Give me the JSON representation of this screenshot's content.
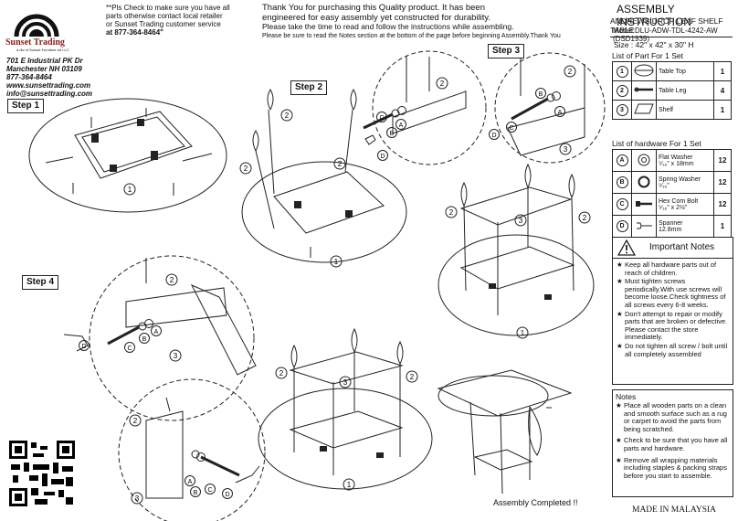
{
  "brand": {
    "name": "Sunset Trading",
    "subtitle": "a div of Sunset Furniture Int LLC",
    "address_line1": "701 E Industrial PK Dr",
    "address_line2": "Manchester NH 03109",
    "phone": "877-364-8464",
    "website": "www.sunsettrading.com",
    "email": "info@sunsettrading.com"
  },
  "check_note": {
    "line1": "**Pls Check to make sure you have all",
    "line2": "parts otherwise contact local retailer",
    "line3": "or Sunset Trading customer service",
    "line4": "at  877-364-8464\""
  },
  "intro": {
    "line1": "Thank You for purchasing this Quality product. It has been",
    "line2": "engineered for easy assembly yet constructed for durability.",
    "line3": "Please take the time to read and follow the instructions while assembling.",
    "line4": "Please be sure to read the Notes section at the bottom of the page before beginning Assembly.Thank You"
  },
  "header": {
    "title": "ASSEMBLY INSTRUCTION",
    "product": "ANDREWS DROP LEAF SHELF TABLE",
    "model": "Model:DLU-ADW-TDL-4242-AW (DSD1939)",
    "size": "Size  :  42\" x 42\" x 30\" H"
  },
  "steps": {
    "step1": "Step 1",
    "step2": "Step 2",
    "step3": "Step 3",
    "step4": "Step 4"
  },
  "callouts": {
    "n1": "1",
    "n2": "2",
    "n3": "3",
    "a": "A",
    "b": "B",
    "c": "C",
    "d": "D"
  },
  "parts_list": {
    "heading": "List of Part For 1 Set",
    "rows": [
      {
        "num": "1",
        "name": "Table Top",
        "qty": "1"
      },
      {
        "num": "2",
        "name": "Table Leg",
        "qty": "4"
      },
      {
        "num": "3",
        "name": "Shelf",
        "qty": "1"
      }
    ]
  },
  "hardware_list": {
    "heading": "List of hardware For 1 Set",
    "rows": [
      {
        "num": "A",
        "name": "Flat Washer",
        "spec": "⁵⁄₁₆\" x 18mm",
        "qty": "12"
      },
      {
        "num": "B",
        "name": "Spring Washer",
        "spec": "⁵⁄₁₆\"",
        "qty": "12"
      },
      {
        "num": "C",
        "name": "Hex Com Bolt",
        "spec": "⁵⁄₁₆\" x 2½\"",
        "qty": "12"
      },
      {
        "num": "D",
        "name": "Spanner",
        "spec": "12.8mm",
        "qty": "1"
      }
    ]
  },
  "important_notes": {
    "title": "Important Notes",
    "items": [
      "Keep all hardware parts out of reach of children.",
      "Must tighten screws periodically.With use screws will become loose.Check tightness of all screws every 6-8 weeks.",
      "Don't attempt to repair or modify parts that are broken or defective. Please contact the store immediately.",
      "Do not tighten all screw / bolt until all completely assembled"
    ]
  },
  "notes": {
    "title": "Notes",
    "items": [
      "Place all wooden parts on a clean and smooth surface such as a rug or carpet to avoid the parts from being scratched.",
      "Check to be sure that you have all parts and hardware.",
      "Remove all wrapping materials including staples & packing straps before you start to assemble."
    ]
  },
  "footer": {
    "completed": "Assembly Completed !!",
    "made_in": "MADE IN MALAYSIA"
  }
}
